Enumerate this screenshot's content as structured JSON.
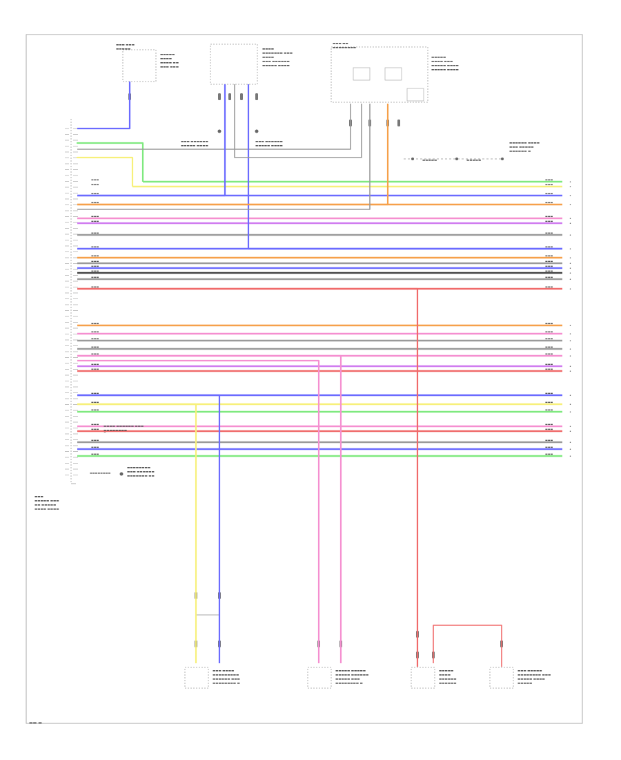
{
  "page_ref": "▬▬ ▬",
  "colors": {
    "green": "#7fe97f",
    "yellow": "#f7f07a",
    "blue": "#6b6bff",
    "orange": "#f6a04a",
    "pink": "#f58fd0",
    "red": "#f06a6a",
    "gray": "#9a9a9a",
    "dark": "#444444",
    "violet": "#d07cf0"
  },
  "ecu_label": [
    "▬▬▬",
    "▬▬▬▬▬ ▬▬▬",
    "▬▬ ▬▬▬▬▬",
    "▬▬▬▬ ▬▬▬▬"
  ],
  "top_components": [
    {
      "label": [
        "▬▬▬ ▬▬▬",
        "▬▬▬▬▬"
      ],
      "side": [
        "▬▬▬▬▬",
        "▬▬▬▬",
        "▬▬▬▬ ▬▬",
        "▬▬▬ ▬▬▬"
      ]
    },
    {
      "label": [
        "▬▬▬▬",
        "▬▬▬▬▬▬▬ ▬▬▬",
        "▬▬▬▬",
        "▬▬▬ ▬▬▬▬▬▬",
        "▬▬▬▬▬ ▬▬▬▬"
      ]
    },
    {
      "label": [
        "▬▬▬ ▬▬",
        "▬▬▬▬▬▬▬▬"
      ],
      "side": [
        "▬▬▬▬▬",
        "▬▬▬▬ ▬▬▬",
        "▬▬▬▬▬ ▬▬▬▬",
        "▬▬▬▬▬ ▬▬▬▬"
      ]
    }
  ],
  "ground_labels": [
    [
      "▬▬▬ ▬▬▬▬▬▬",
      "▬▬▬▬▬ ▬▬▬▬"
    ],
    [
      "▬▬▬ ▬▬▬▬▬▬",
      "▬▬▬▬▬ ▬▬▬▬"
    ]
  ],
  "splice_labels": [
    "▬▬▬▬▬",
    "▬▬▬▬▬",
    "▬▬▬▬▬▬ ▬▬▬▬",
    "▬▬▬ ▬▬▬▬▬",
    "▬▬▬▬▬▬ ▬"
  ],
  "mid_notes": [
    [
      "▬▬▬▬ ▬▬▬▬▬▬ ▬▬▬",
      "▬▬▬▬▬▬▬▬"
    ],
    [
      "▬▬▬▬▬▬▬▬",
      "▬▬▬ ▬▬▬▬▬▬",
      "▬▬▬▬▬▬▬ ▬▬"
    ]
  ],
  "bottom_components": [
    {
      "label": [
        "▬▬▬ ▬▬▬▬",
        "▬▬▬▬▬▬▬▬▬",
        "▬▬▬▬▬▬ ▬▬▬",
        "▬▬▬▬▬▬▬▬ ▬"
      ]
    },
    {
      "label": [
        "▬▬▬▬▬ ▬▬▬▬▬",
        "▬▬▬▬▬ ▬▬▬▬▬▬",
        "▬▬▬▬▬ ▬▬▬",
        "▬▬▬▬▬▬▬▬ ▬"
      ]
    },
    {
      "label": [
        "▬▬▬▬▬",
        "▬▬▬▬",
        "▬▬▬▬▬▬",
        "▬▬▬▬▬▬"
      ]
    },
    {
      "label": [
        "▬▬▬ ▬▬▬▬▬",
        "▬▬▬▬▬▬▬▬ ▬▬▬",
        "▬▬▬▬▬ ▬▬▬▬",
        "▬▬▬▬▬"
      ]
    }
  ],
  "wires": [
    {
      "color": "green",
      "label": "▬▬▬"
    },
    {
      "color": "yellow",
      "label": "▬▬▬"
    },
    {
      "color": "blue",
      "label": "▬▬▬"
    },
    {
      "color": "orange",
      "label": "▬▬▬"
    },
    {
      "color": "pink",
      "label": "▬▬▬"
    },
    {
      "color": "violet",
      "label": "▬▬▬"
    },
    {
      "color": "gray",
      "label": "▬▬▬"
    },
    {
      "color": "blue",
      "label": "▬▬▬"
    },
    {
      "color": "orange",
      "label": "▬▬▬"
    },
    {
      "color": "gray",
      "label": "▬▬▬"
    },
    {
      "color": "blue",
      "label": "▬▬▬"
    },
    {
      "color": "dark",
      "label": "▬▬▬"
    },
    {
      "color": "gray",
      "label": "▬▬▬"
    },
    {
      "color": "red",
      "label": "▬▬▬"
    },
    {
      "color": "orange",
      "label": "▬▬▬"
    },
    {
      "color": "pink",
      "label": "▬▬▬"
    },
    {
      "color": "gray",
      "label": "▬▬▬"
    },
    {
      "color": "gray",
      "label": "▬▬▬"
    },
    {
      "color": "pink",
      "label": "▬▬▬"
    },
    {
      "color": "violet",
      "label": "▬▬▬"
    },
    {
      "color": "red",
      "label": "▬▬▬"
    },
    {
      "color": "blue",
      "label": "▬▬▬"
    },
    {
      "color": "yellow",
      "label": "▬▬▬"
    },
    {
      "color": "green",
      "label": "▬▬▬"
    },
    {
      "color": "pink",
      "label": "▬▬▬"
    },
    {
      "color": "red",
      "label": "▬▬▬"
    },
    {
      "color": "gray",
      "label": "▬▬▬"
    },
    {
      "color": "blue",
      "label": "▬▬▬"
    },
    {
      "color": "green",
      "label": "▬▬▬"
    },
    {
      "color": "gray",
      "label": "▬▬▬"
    }
  ]
}
